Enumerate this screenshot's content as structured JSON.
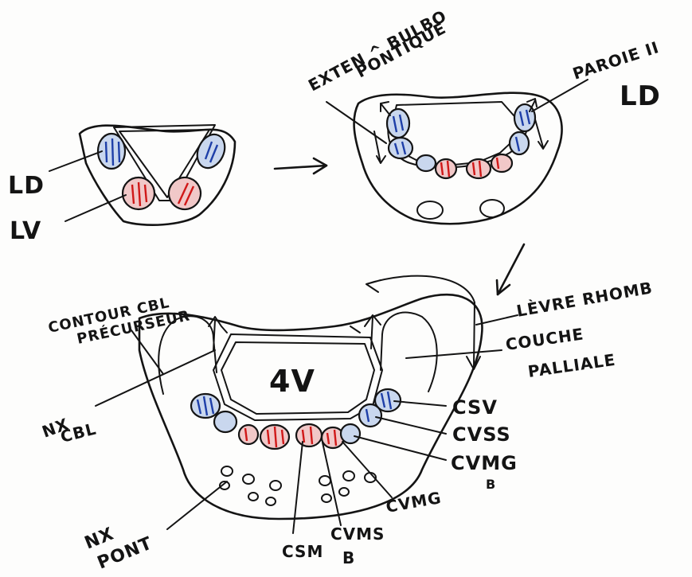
{
  "labels": {
    "ld_left": "LD",
    "lv_left": "LV",
    "extension_line1": "EXTEN ^ BULBO",
    "extension_line2": "PONTIQUE",
    "paroi_line1": "PAROIE II",
    "paroi_line2": "LD",
    "ventricle": "4V",
    "contour_line1": "CONTOUR CBL",
    "contour_line2": "PRÉCURSEUR",
    "levre_rhomb": "LÈVRE RHOMB",
    "couche_line1": "COUCHE",
    "couche_line2": "PALLIALE",
    "nx_cbl_line1": "NX",
    "nx_cbl_line2": "CBL",
    "csv": "CSV",
    "cvss": "CVSS",
    "cvmg_right": "CVMG",
    "cvmg_right_sub": "B",
    "cvmg_lower": "CVMG",
    "csm": "CSM",
    "cvms_line1": "CVMS",
    "cvms_line2": "B",
    "nx_pont_line1": "NX",
    "nx_pont_line2": "PONT"
  },
  "colors": {
    "dorsal_alar_plate": "#1e3fa8",
    "ventral_basal_plate": "#d01818",
    "ink": "#141414"
  }
}
